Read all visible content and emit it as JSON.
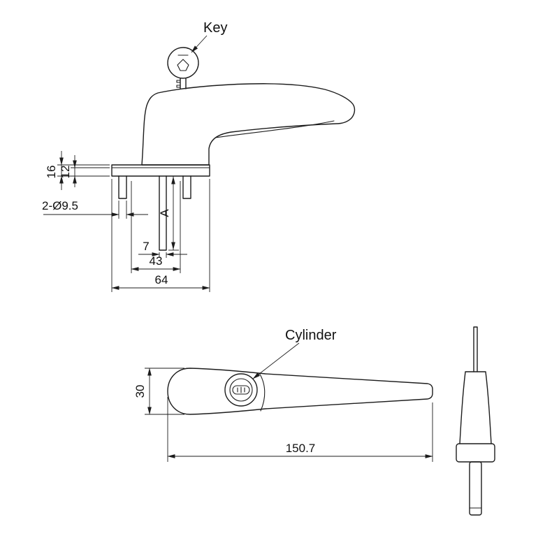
{
  "drawing": {
    "background": "#ffffff",
    "line_color": "#1c1c1c"
  },
  "top_view": {
    "key_label": "Key",
    "dims": {
      "plate_thickness_outer": "16",
      "plate_thickness_inner": "12",
      "screw_holes": "2-Ø9.5",
      "spindle_length": "A",
      "spindle_width": "7",
      "hole_spacing": "43",
      "base_width": "64"
    }
  },
  "front_view": {
    "cylinder_label": "Cylinder",
    "dims": {
      "handle_height": "30",
      "handle_length": "150.7"
    }
  }
}
